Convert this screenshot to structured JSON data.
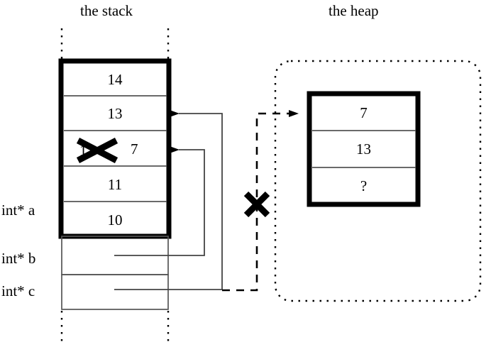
{
  "titles": {
    "stack": "the stack",
    "heap": "the heap"
  },
  "stack": {
    "frame_cells": [
      {
        "value": "14"
      },
      {
        "value": "13"
      },
      {
        "value": "12",
        "struck": true,
        "replacement": "7"
      },
      {
        "value": "11"
      },
      {
        "value": "10"
      }
    ],
    "pointer_vars": [
      {
        "label": "int* a",
        "value": ""
      },
      {
        "label": "int* b",
        "value": ""
      },
      {
        "label": "int* c",
        "value": ""
      }
    ]
  },
  "heap": {
    "cells": [
      {
        "value": "7"
      },
      {
        "value": "13"
      },
      {
        "value": "?"
      }
    ]
  },
  "annotations": {
    "strike_mark": "X",
    "invalidated_pointer_mark": "X"
  },
  "colors": {
    "ink": "#000000",
    "background": "#ffffff",
    "thin_line": "#444444"
  }
}
